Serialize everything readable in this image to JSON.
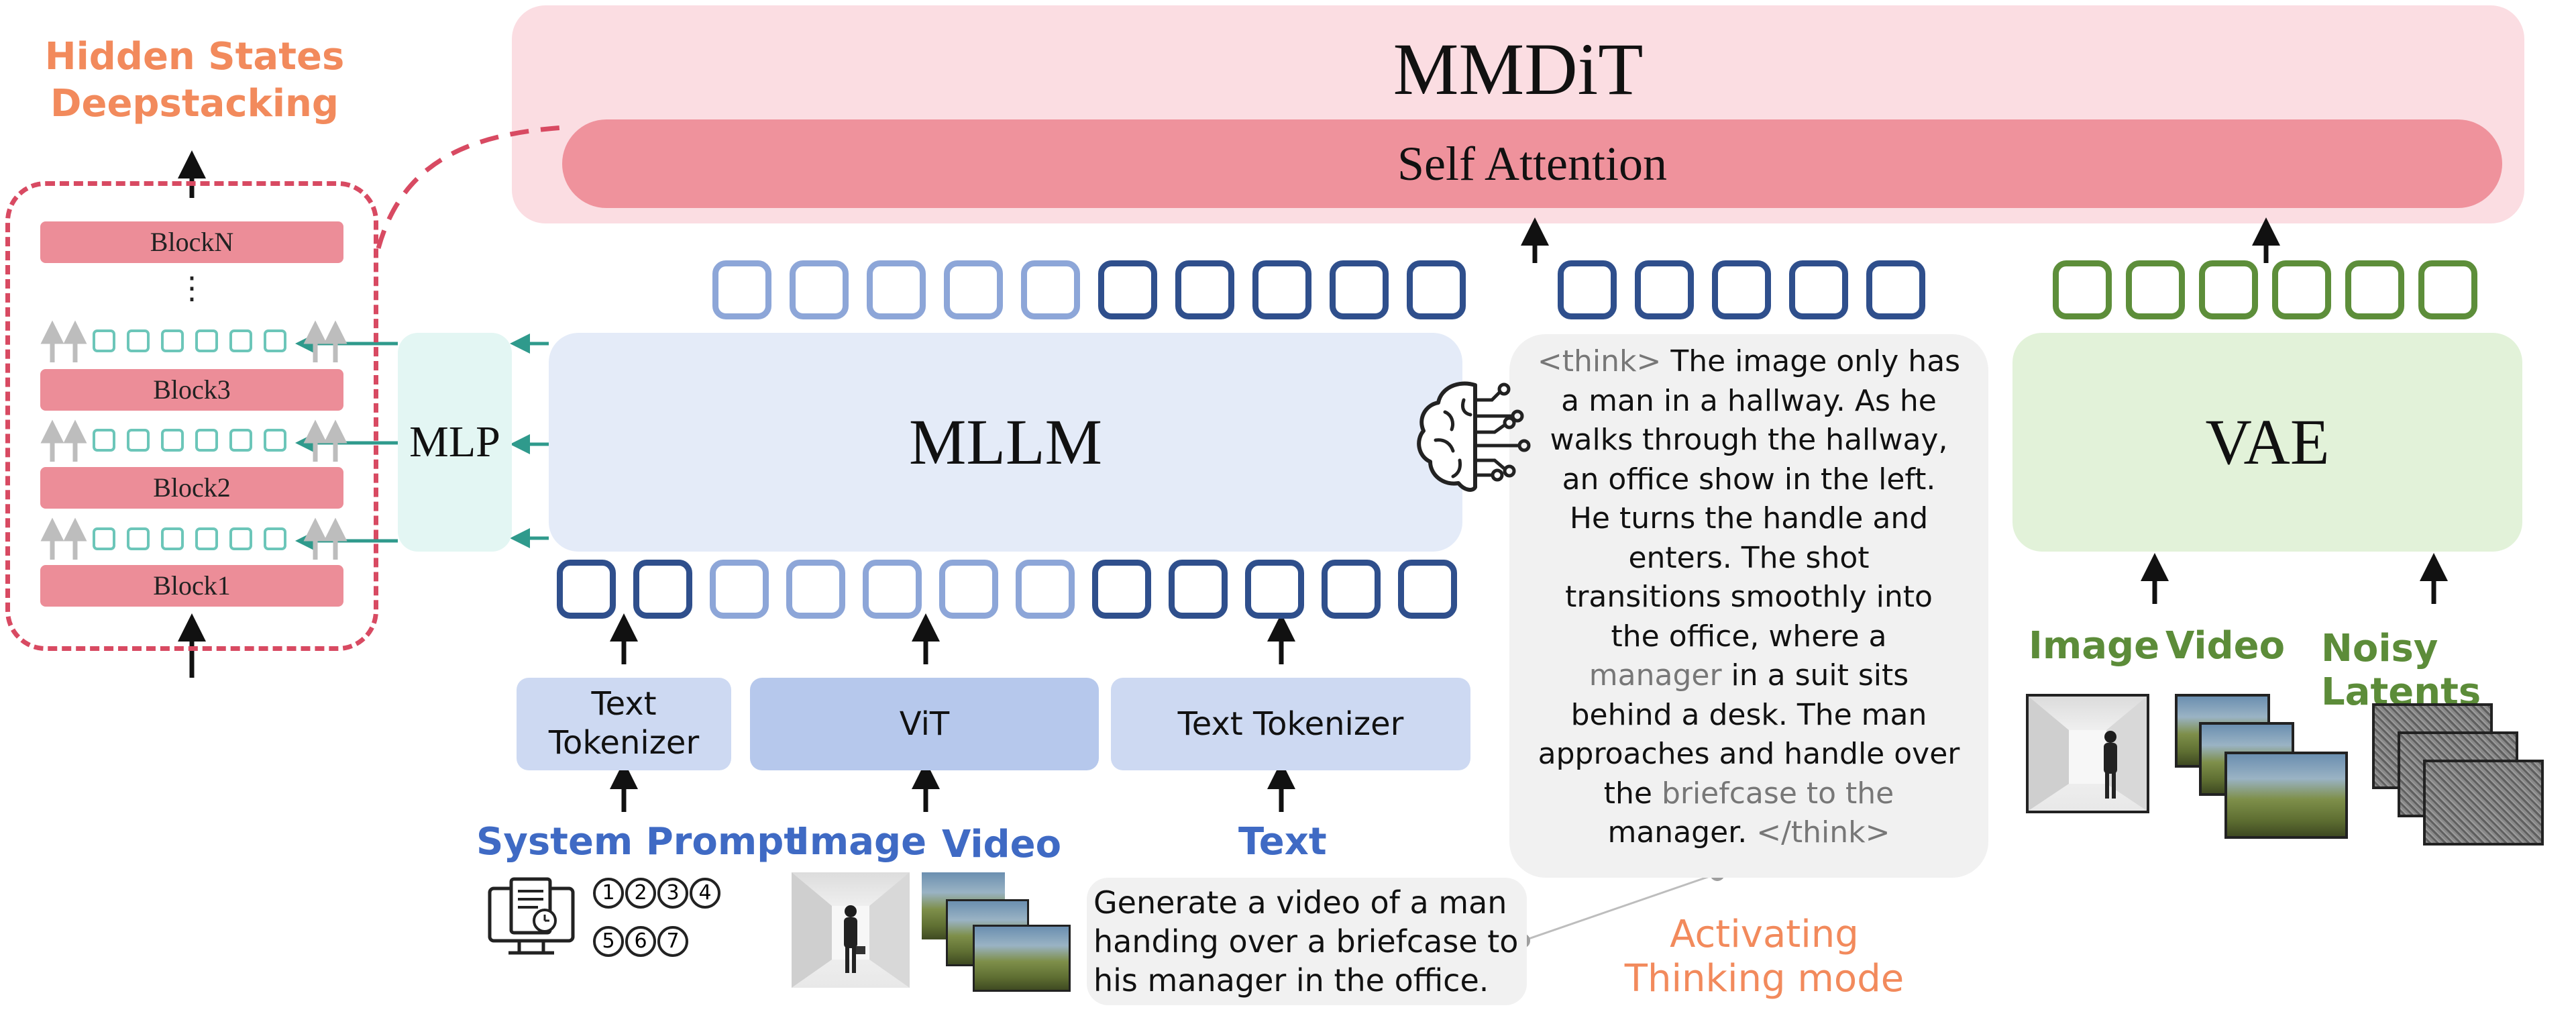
{
  "mmdit": {
    "title": "MMDiT",
    "self_attention": "Self Attention"
  },
  "deepstacking": {
    "title_line1": "Hidden States",
    "title_line2": "Deepstacking",
    "blocks": [
      "BlockN",
      "Block3",
      "Block2",
      "Block1"
    ],
    "ellipsis": "⋮"
  },
  "mlp": {
    "label": "MLP"
  },
  "mllm": {
    "label": "MLLM"
  },
  "vae": {
    "label": "VAE"
  },
  "tokenizers": {
    "system": "Text Tokenizer",
    "vit": "ViT",
    "text": "Text Tokenizer"
  },
  "inputs": {
    "system_prompt": "System Prompt",
    "image": "Image",
    "video": "Video",
    "text": "Text",
    "numbers_row1": [
      "1",
      "2",
      "3",
      "4"
    ],
    "numbers_row2": [
      "5",
      "6",
      "7"
    ]
  },
  "vae_inputs": {
    "image": "Image",
    "video": "Video",
    "noisy_latents": "Noisy Latents"
  },
  "thinking": {
    "open_tag": "<think>",
    "line1": "The image only has",
    "line2": "a man in a hallway.  As he",
    "line3": "walks through the hallway,",
    "line4": "an office show in the left.",
    "line5": "He turns the handle and",
    "line6": "enters. The shot",
    "line7": "transitions smoothly into",
    "line8": "the office, where a",
    "line9a": "manager",
    "line9b": " in a suit sits",
    "line10": "behind a desk. The man",
    "line11": "approaches and handle over",
    "line12a": "the ",
    "line12b": "briefcase to the",
    "line13": "manager.",
    "close_tag": "</think>"
  },
  "prompt": {
    "line1": "Generate a video of a man",
    "line2": "handing over a briefcase to",
    "line3": "his manager in the office."
  },
  "activating": {
    "line1": "Activating",
    "line2": "Thinking mode"
  },
  "colors": {
    "mmdit_bg": "#fbdde2",
    "attention": "#ef929c",
    "mllm": "#e4ebf8",
    "vae": "#e2f2d9",
    "mlp": "#e3f6f3",
    "token_light": "#8da6d8",
    "token_dark": "#2f4f8c",
    "token_green": "#5d8e3a",
    "accent_orange": "#f28a5c",
    "accent_blue": "#3f6ac4",
    "dashed_red": "#d84a62"
  }
}
